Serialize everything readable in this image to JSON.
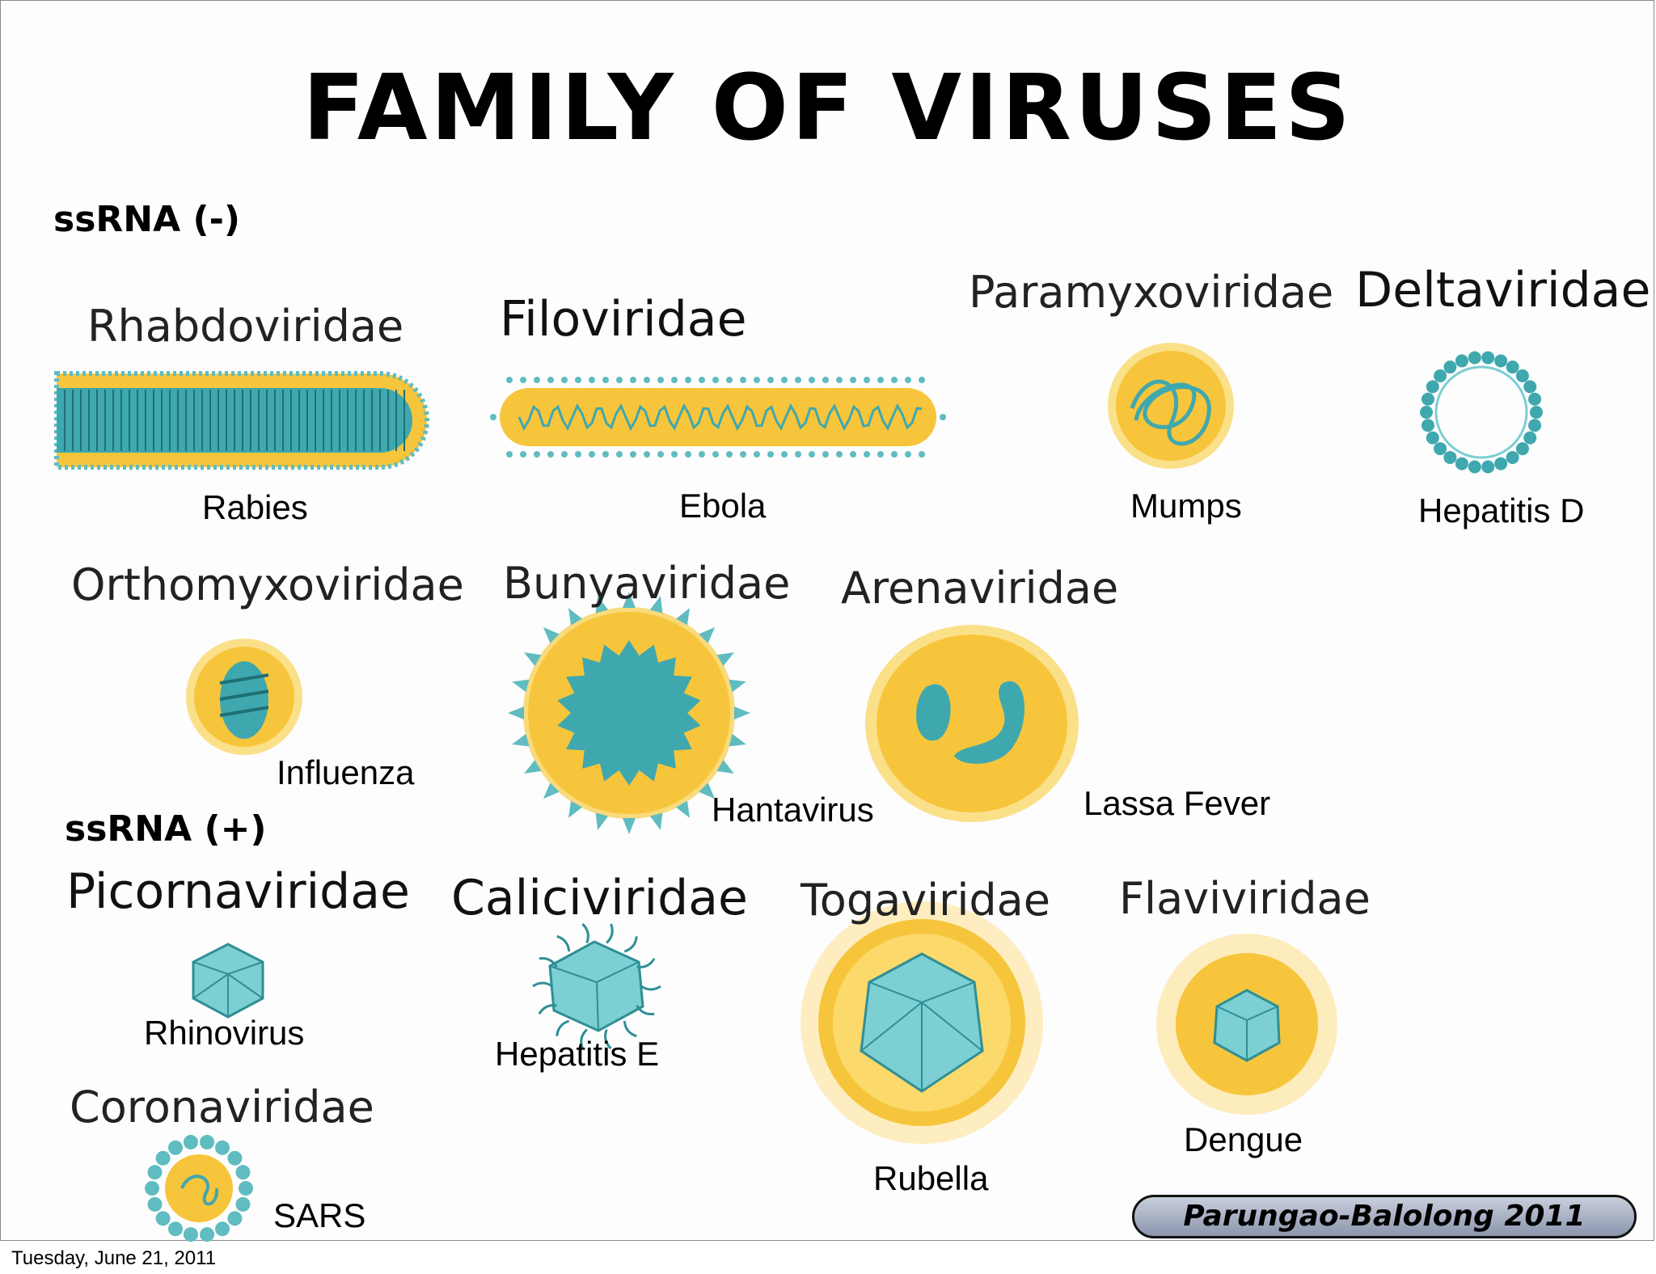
{
  "title": "FAMILY OF VIRUSES",
  "sections": {
    "neg": "ssRNA (-)",
    "pos": "ssRNA (+)"
  },
  "families": {
    "rhabdoviridae": "Rhabdoviridae",
    "filoviridae": "Filoviridae",
    "paramyxoviridae": "Paramyxoviridae",
    "deltaviridae": "Deltaviridae",
    "orthomyxoviridae": "Orthomyxoviridae",
    "bunyaviridae": "Bunyaviridae",
    "arenaviridae": "Arenaviridae",
    "picornaviridae": "Picornaviridae",
    "caliciviridae": "Caliciviridae",
    "togaviridae": "Togaviridae",
    "flaviviridae": "Flaviviridae",
    "coronaviridae": "Coronaviridae"
  },
  "viruses": {
    "rabies": "Rabies",
    "ebola": "Ebola",
    "mumps": "Mumps",
    "hepatitis_d": "Hepatitis D",
    "influenza": "Influenza",
    "hantavirus": "Hantavirus",
    "lassa": "Lassa Fever",
    "rhinovirus": "Rhinovirus",
    "hepatitis_e": "Hepatitis E",
    "rubella": "Rubella",
    "dengue": "Dengue",
    "sars": "SARS"
  },
  "credit": "Parungao-Balolong 2011",
  "footer_date": "Tuesday, June 21, 2011",
  "colors": {
    "teal": "#3fa8ae",
    "teal_dark": "#1d7f86",
    "yellow": "#f7c53b",
    "yellow_light": "#fbe08a"
  }
}
